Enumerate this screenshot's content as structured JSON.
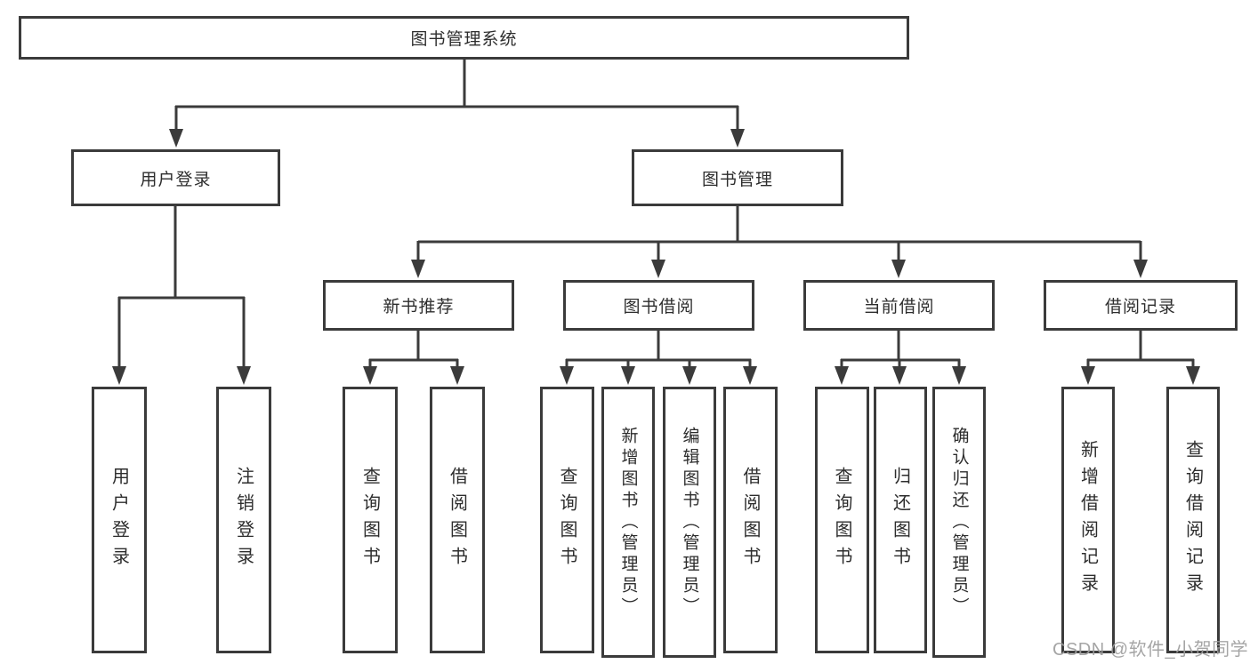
{
  "diagram": {
    "type": "hierarchy",
    "tree": {
      "label": "图书管理系统",
      "children": [
        {
          "label": "用户登录",
          "children": [
            {
              "label": "用户登录"
            },
            {
              "label": "注销登录"
            }
          ]
        },
        {
          "label": "图书管理",
          "children": [
            {
              "label": "新书推荐",
              "children": [
                {
                  "label": "查询图书"
                },
                {
                  "label": "借阅图书"
                }
              ]
            },
            {
              "label": "图书借阅",
              "children": [
                {
                  "label": "查询图书"
                },
                {
                  "label": "新增图书（管理员）"
                },
                {
                  "label": "编辑图书（管理员）"
                },
                {
                  "label": "借阅图书"
                }
              ]
            },
            {
              "label": "当前借阅",
              "children": [
                {
                  "label": "查询图书"
                },
                {
                  "label": "归还图书"
                },
                {
                  "label": "确认归还（管理员）"
                }
              ]
            },
            {
              "label": "借阅记录",
              "children": [
                {
                  "label": "新增借阅记录"
                },
                {
                  "label": "查询借阅记录"
                }
              ]
            }
          ]
        }
      ]
    }
  },
  "watermark": {
    "text": "CSDN @软件_小贺同学",
    "color": "#9e9e9e"
  },
  "colors": {
    "line": "#3b3b3b",
    "box_border": "#3b3b3b",
    "text": "#2d2d2d",
    "background": "#ffffff"
  }
}
